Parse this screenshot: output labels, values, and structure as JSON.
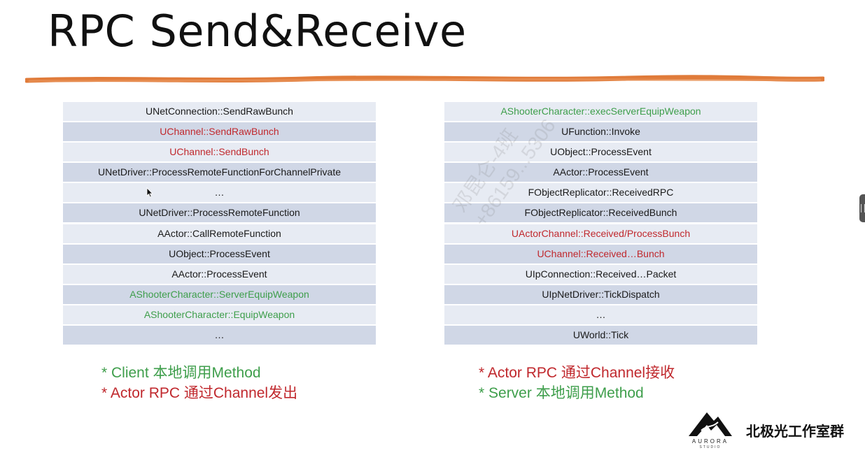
{
  "title": "RPC Send&Receive",
  "colors": {
    "red": "#c0282d",
    "green": "#3e9e4b",
    "brush": "#e07b3a",
    "row_light": "#e7ebf3",
    "row_dark": "#d0d7e6"
  },
  "left_table": {
    "rows": [
      {
        "text": "UNetConnection::SendRawBunch",
        "color": "black"
      },
      {
        "text": "UChannel::SendRawBunch",
        "color": "red"
      },
      {
        "text": "UChannel::SendBunch",
        "color": "red"
      },
      {
        "text": "UNetDriver::ProcessRemoteFunctionForChannelPrivate",
        "color": "black"
      },
      {
        "text": "…",
        "color": "black"
      },
      {
        "text": "UNetDriver::ProcessRemoteFunction",
        "color": "black"
      },
      {
        "text": "AActor::CallRemoteFunction",
        "color": "black"
      },
      {
        "text": "UObject::ProcessEvent",
        "color": "black"
      },
      {
        "text": "AActor::ProcessEvent",
        "color": "black"
      },
      {
        "text": "AShooterCharacter::ServerEquipWeapon",
        "color": "green"
      },
      {
        "text": "AShooterCharacter::EquipWeapon",
        "color": "green"
      },
      {
        "text": "…",
        "color": "black"
      }
    ]
  },
  "right_table": {
    "rows": [
      {
        "text": "AShooterCharacter::execServerEquipWeapon",
        "color": "green"
      },
      {
        "text": "UFunction::Invoke",
        "color": "black"
      },
      {
        "text": "UObject::ProcessEvent",
        "color": "black"
      },
      {
        "text": "AActor::ProcessEvent",
        "color": "black"
      },
      {
        "text": "FObjectReplicator::ReceivedRPC",
        "color": "black"
      },
      {
        "text": "FObjectReplicator::ReceivedBunch",
        "color": "black"
      },
      {
        "text": "UActorChannel::Received/ProcessBunch",
        "color": "red"
      },
      {
        "text": "UChannel::Received…Bunch",
        "color": "red"
      },
      {
        "text": "UIpConnection::Received…Packet",
        "color": "black"
      },
      {
        "text": "UIpNetDriver::TickDispatch",
        "color": "black"
      },
      {
        "text": "…",
        "color": "black"
      },
      {
        "text": "UWorld::Tick",
        "color": "black"
      }
    ]
  },
  "notes_left": [
    {
      "text": "* Client 本地调用Method",
      "color": "green"
    },
    {
      "text": "* Actor RPC 通过Channel发出",
      "color": "red"
    }
  ],
  "notes_right": [
    {
      "text": "* Actor RPC 通过Channel接收",
      "color": "red"
    },
    {
      "text": "* Server 本地调用Method",
      "color": "green"
    }
  ],
  "watermark": {
    "line1": "邓昆仑-4班",
    "line2": "+86159...5306"
  },
  "logo": {
    "name": "AURORA",
    "sub": "STUDIO",
    "studio_name": "北极光工作室群",
    "icon": "mountain-logo-icon"
  }
}
